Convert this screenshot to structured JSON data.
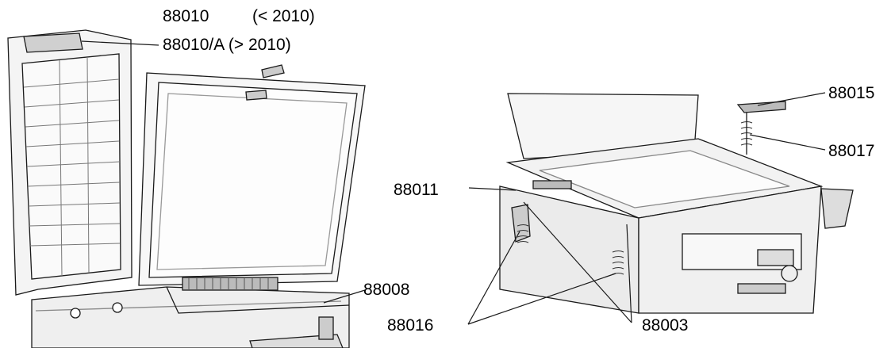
{
  "labels": {
    "p88010": "88010",
    "p88010_range": "(< 2010)",
    "p88010A": "88010/A (> 2010)",
    "p88008": "88008",
    "p88016": "88016",
    "p88003": "88003",
    "p88011": "88011",
    "p88015": "88015",
    "p88017": "88017"
  },
  "colors": {
    "line": "#1a1a1a",
    "shade": "#8a8a8a",
    "light": "#c8c8c8"
  }
}
